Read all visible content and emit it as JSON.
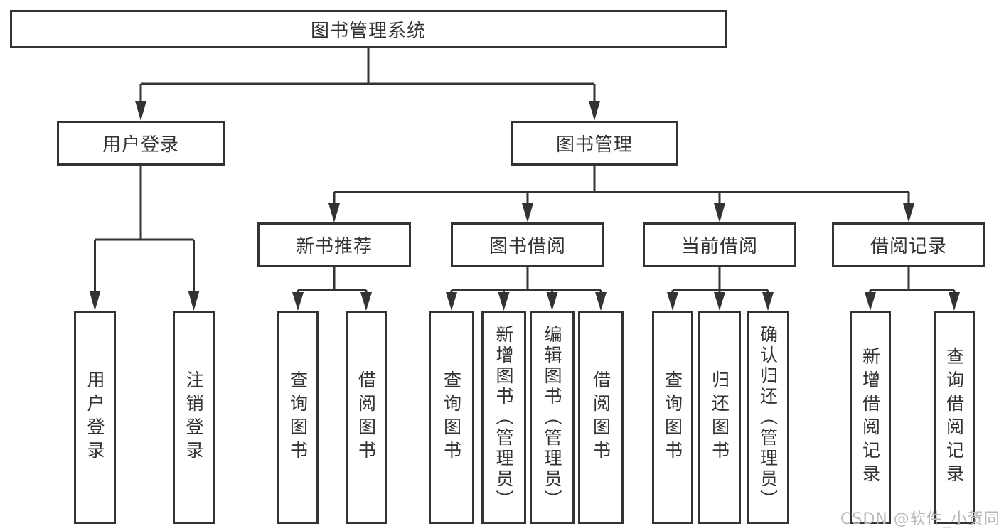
{
  "diagram": {
    "title": "图书管理系统",
    "colors": {
      "line": "#333333",
      "box_border": "#333333",
      "box_fill": "#ffffff",
      "text": "#333333",
      "watermark": "#b9b9b9"
    },
    "nodes": {
      "root": "图书管理系统",
      "user_login": "用户登录",
      "book_mgmt": "图书管理",
      "new_book": "新书推荐",
      "borrow": "图书借阅",
      "current": "当前借阅",
      "records": "借阅记录"
    },
    "leaves": {
      "user_login_1": "用户登录",
      "user_login_2": "注销登录",
      "new_book_1": "查询图书",
      "new_book_2": "借阅图书",
      "borrow_1": "查询图书",
      "borrow_2": "新增图书（管理员）",
      "borrow_3": "编辑图书（管理员）",
      "borrow_4": "借阅图书",
      "current_1": "查询图书",
      "current_2": "归还图书",
      "current_3": "确认归还（管理员）",
      "records_1": "新增借阅记录",
      "records_2": "查询借阅记录"
    }
  },
  "watermark": "CSDN @软件_小贺同学"
}
